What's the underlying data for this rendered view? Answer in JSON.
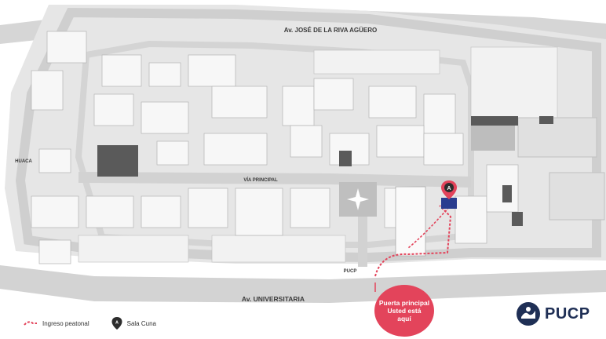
{
  "map": {
    "streets": {
      "top": "Av. JOSÉ DE LA RIVA AGÜERO",
      "bottom": "Av. UNIVERSITARIA",
      "internal": "VÍA PRINCIPAL",
      "left": "HUACA",
      "gate": "PUCP"
    },
    "marker_letter": "A",
    "callout": {
      "line1": "Puerta principal",
      "line2": "Usted está",
      "line3": "aquí"
    },
    "colors": {
      "accent": "#e3445b",
      "marker": "#2a3d8f",
      "road": "#c9c9c9",
      "campus": "#e9e9e9"
    }
  },
  "legend": {
    "pedestrian_label": "Ingreso peatonal",
    "cuna_label": "Sala Cuna",
    "cuna_letter": "A"
  },
  "brand": {
    "name": "PUCP",
    "color": "#1f2f55"
  }
}
